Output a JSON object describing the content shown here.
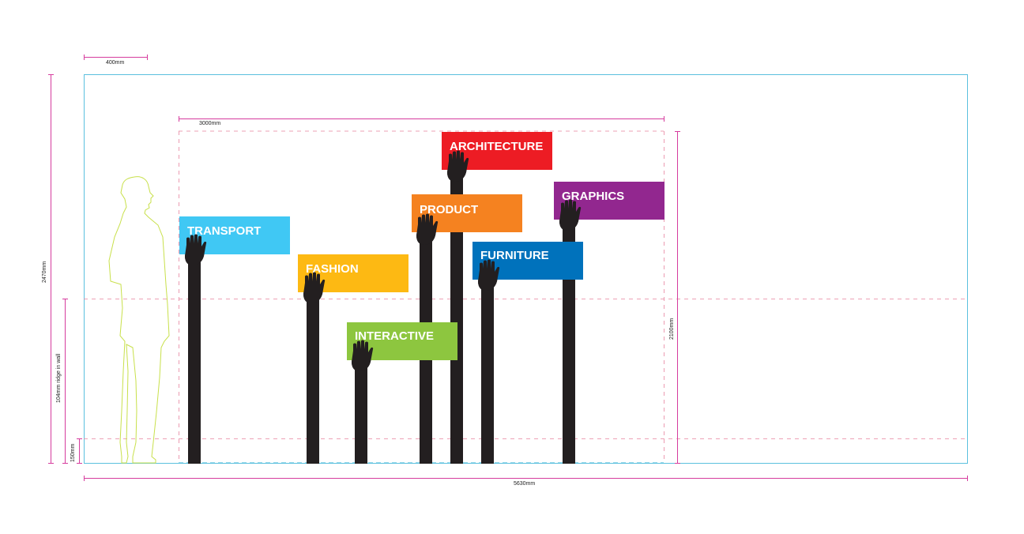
{
  "dimensions": {
    "margin_width": "400mm",
    "total_height": "2470mm",
    "ridge": "104mm ridge in wall",
    "base": "150mm",
    "display_width": "3000mm",
    "display_height": "2100mm",
    "total_width": "5630mm"
  },
  "signs": {
    "transport": "TRANSPORT",
    "fashion": "FASHION",
    "interactive": "INTERACTIVE",
    "product": "PRODUCT",
    "architecture": "ARCHITECTURE",
    "furniture": "FURNITURE",
    "graphics": "GRAPHICS"
  },
  "colors": {
    "transport": "#40c8f4",
    "fashion": "#fdb913",
    "interactive": "#8dc63f",
    "product": "#f58220",
    "architecture": "#ed1c24",
    "furniture": "#0072bc",
    "graphics": "#92278f",
    "arm": "#231f20",
    "wall_outline": "#5bc0de",
    "dimension_line": "#d63c9e",
    "guide_dash": "#e8839e",
    "person_outline": "#c8e04a"
  }
}
